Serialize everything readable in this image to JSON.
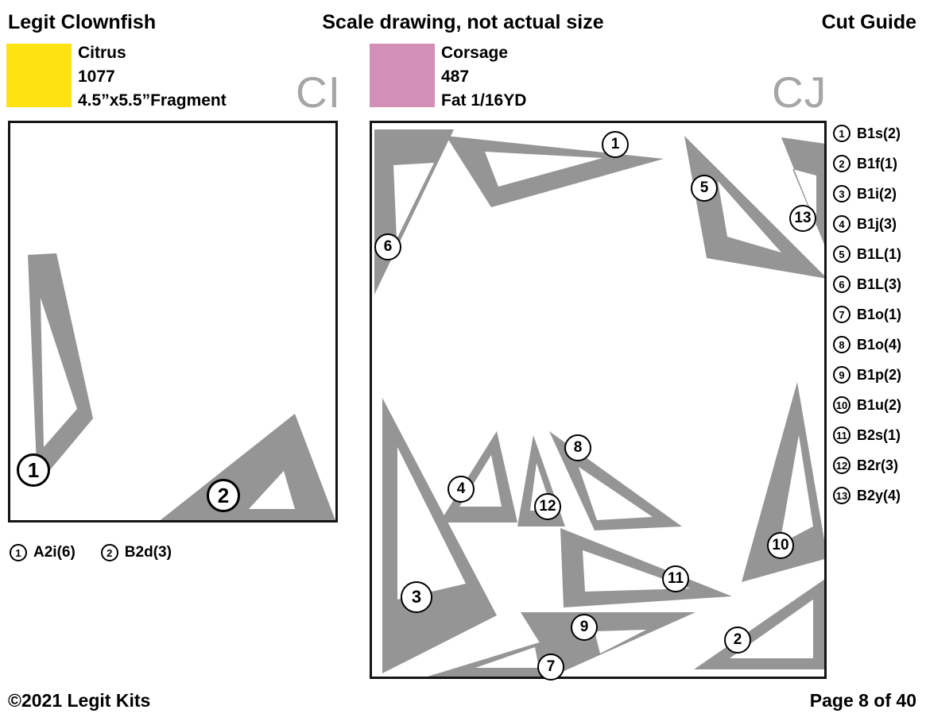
{
  "header": {
    "title": "Legit Clownfish",
    "subtitle": "Scale drawing, not actual size",
    "corner": "Cut Guide"
  },
  "colors": {
    "shape_gray": "#959595",
    "ci_swatch": "#FFE212",
    "cj_swatch": "#D28FB7"
  },
  "ci": {
    "code": "CI",
    "fabric": {
      "name": "Citrus",
      "number": "1077",
      "cut": "4.5”x5.5”Fragment"
    },
    "badges": [
      "1",
      "2"
    ],
    "legend": [
      {
        "num": "1",
        "label": "A2i(6)"
      },
      {
        "num": "2",
        "label": "B2d(3)"
      }
    ]
  },
  "cj": {
    "code": "CJ",
    "fabric": {
      "name": "Corsage",
      "number": "487",
      "cut": "Fat 1/16YD"
    },
    "badges": [
      "1",
      "6",
      "5",
      "13",
      "3",
      "4",
      "12",
      "8",
      "11",
      "9",
      "7",
      "2",
      "10"
    ],
    "legend": [
      {
        "num": "1",
        "label": "B1s(2)"
      },
      {
        "num": "2",
        "label": "B1f(1)"
      },
      {
        "num": "3",
        "label": "B1i(2)"
      },
      {
        "num": "4",
        "label": "B1j(3)"
      },
      {
        "num": "5",
        "label": "B1L(1)"
      },
      {
        "num": "6",
        "label": "B1L(3)"
      },
      {
        "num": "7",
        "label": "B1o(1)"
      },
      {
        "num": "8",
        "label": "B1o(4)"
      },
      {
        "num": "9",
        "label": "B1p(2)"
      },
      {
        "num": "10",
        "label": "B1u(2)"
      },
      {
        "num": "11",
        "label": "B2s(1)"
      },
      {
        "num": "12",
        "label": "B2r(3)"
      },
      {
        "num": "13",
        "label": "B2y(4)"
      }
    ]
  },
  "footer": {
    "copyright": "©2021 Legit Kits",
    "page": "Page 8 of 40"
  }
}
